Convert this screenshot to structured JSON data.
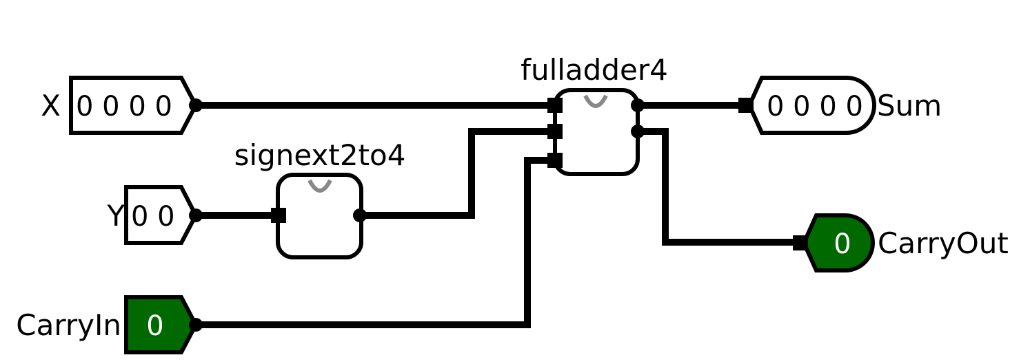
{
  "circuit": {
    "inputs": {
      "x": {
        "name": "X",
        "value": "0 0 0 0"
      },
      "y": {
        "name": "Y",
        "value": "0 0"
      },
      "carry_in": {
        "name": "CarryIn",
        "value": "0"
      }
    },
    "outputs": {
      "sum": {
        "name": "Sum",
        "value": "0 0 0 0"
      },
      "carry_out": {
        "name": "CarryOut",
        "value": "0"
      }
    },
    "components": {
      "signext": {
        "name": "signext2to4"
      },
      "fulladder": {
        "name": "fulladder4"
      }
    }
  },
  "colors": {
    "wire": "#000000",
    "single_bit_fill": "#006a00",
    "single_bit_text": "#ffffff",
    "component_notch": "#888888"
  }
}
